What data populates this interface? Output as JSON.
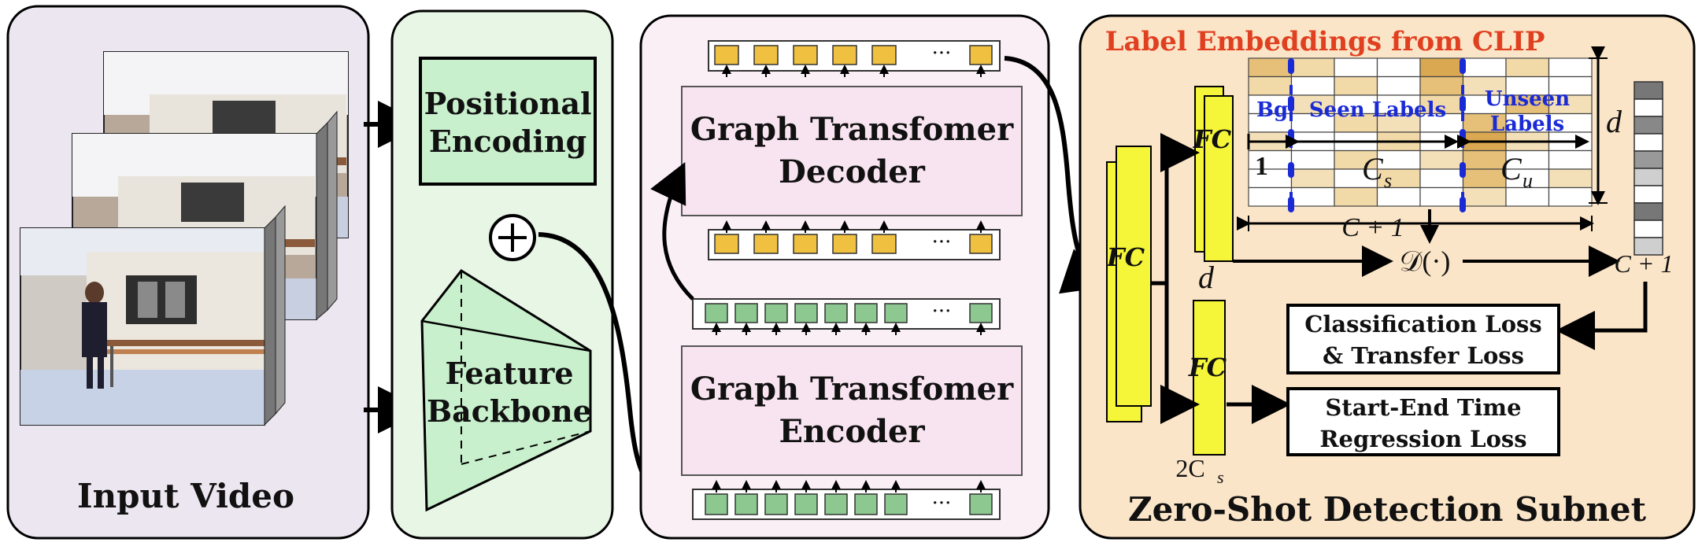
{
  "input_panel": {
    "title": "Input Video"
  },
  "encoding_panel": {
    "positional_line1": "Positional",
    "positional_line2": "Encoding",
    "plus": "+",
    "backbone_line1": "Feature",
    "backbone_line2": "Backbone"
  },
  "transformer_panel": {
    "decoder_line1": "Graph Transfomer",
    "decoder_line2": "Decoder",
    "encoder_line1": "Graph Transfomer",
    "encoder_line2": "Encoder",
    "ellipsis": "···"
  },
  "detection_panel": {
    "title": "Zero-Shot Detection Subnet",
    "clip_title": "Label Embeddings from CLIP",
    "bg_label": "Bg",
    "seen_label": "Seen Labels",
    "unseen_label_1": "Unseen",
    "unseen_label_2": "Labels",
    "one_label": "1",
    "cs_label": "C",
    "cs_sub": "s",
    "cu_label": "C",
    "cu_sub": "u",
    "c_plus_1": "C + 1",
    "d_label": "d",
    "d_label_2": "d",
    "d_func": "𝒟(·)",
    "c_plus_1_right": "C + 1",
    "fc": "FC",
    "two_cs": "2C",
    "two_cs_sub": "s",
    "cls_loss_1": "Classification Loss",
    "cls_loss_2": "& Transfer Loss",
    "reg_loss_1": "Start-End Time",
    "reg_loss_2": "Regression Loss"
  },
  "colors": {
    "panel_input": "#ece6f0",
    "panel_encoding": "#e8f6e6",
    "panel_transformer": "#fbeff6",
    "panel_detection": "#fbe5c8",
    "pos_box": "#c8f0cc",
    "token_orange": "#f0c040",
    "token_green": "#8cc890",
    "fc_yellow": "#f5f53a",
    "clip_red": "#e04020",
    "label_blue": "#1a2bd6"
  }
}
